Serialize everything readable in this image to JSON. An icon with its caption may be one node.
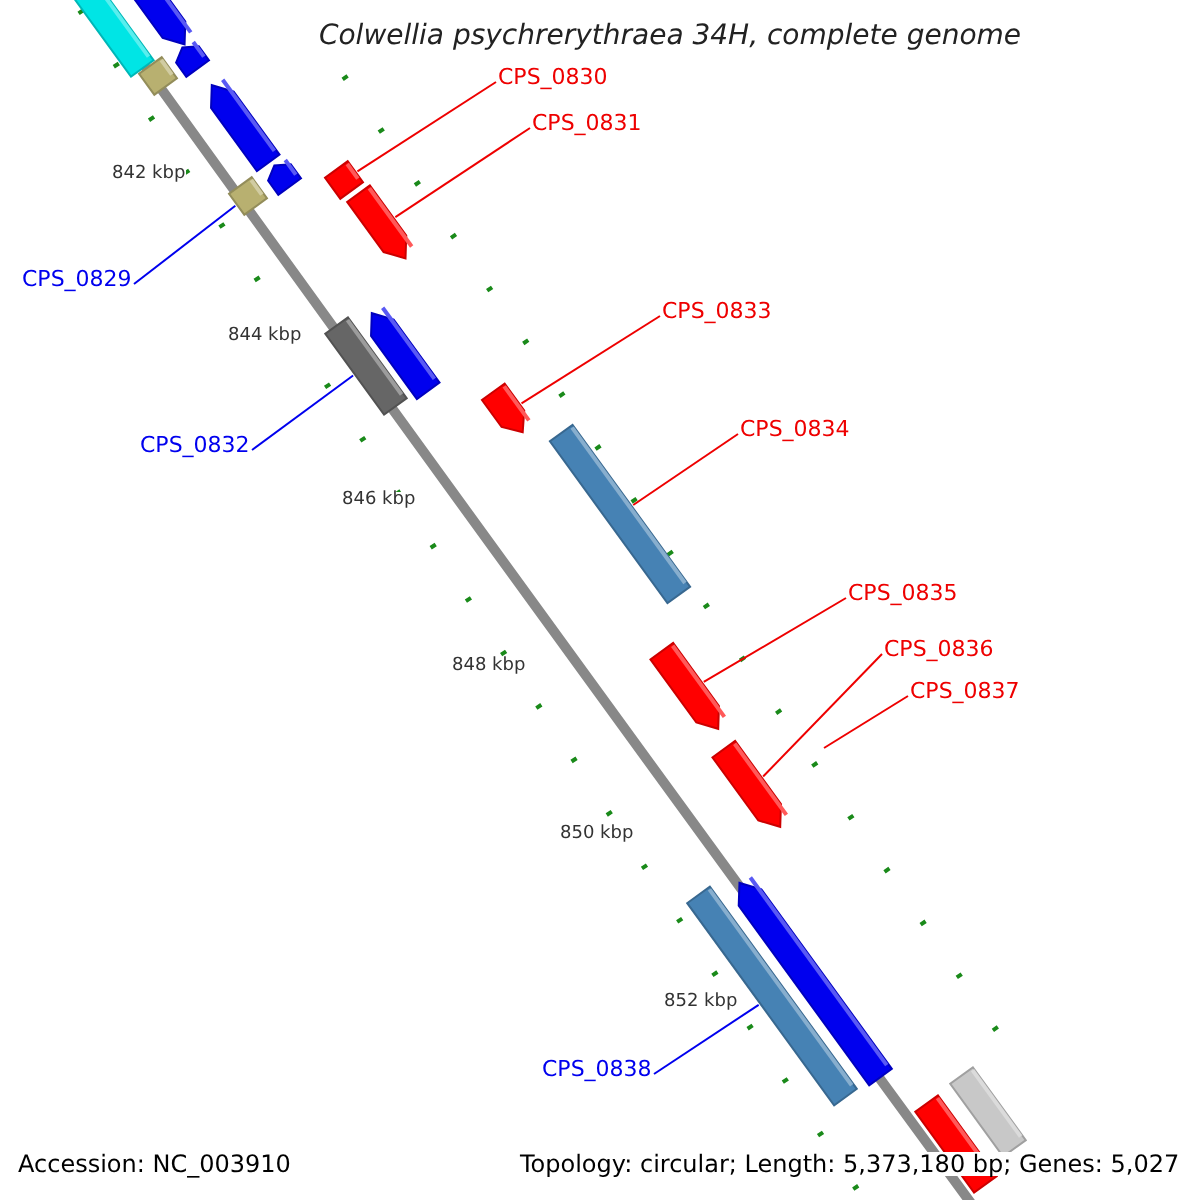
{
  "diagram": {
    "title": "Colwellia psychrerythraea 34H, complete genome",
    "nodes": [
      {
        "text": [
          "CPS_0830"
        ]
      },
      {
        "text": [
          "CPS_0831"
        ]
      },
      {
        "text": [
          "CPS_0829"
        ]
      },
      {
        "text": [
          "CPS_0832"
        ]
      },
      {
        "text": [
          "CPS_0833"
        ]
      },
      {
        "text": [
          "CPS_0834"
        ]
      },
      {
        "text": [
          "CPS_0835"
        ]
      },
      {
        "text": [
          "CPS_0836"
        ]
      },
      {
        "text": [
          "CPS_0837"
        ]
      },
      {
        "text": [
          "CPS_0838"
        ]
      },
      {
        "text": [],
        "shape": "bar"
      },
      {
        "text": [],
        "shape": "bar"
      },
      {
        "text": [],
        "shape": "bar"
      },
      {
        "text": [],
        "shape": "bar"
      },
      {
        "text": [],
        "shape": "bar"
      },
      {
        "text": [],
        "shape": "bar"
      },
      {
        "text": [],
        "shape": "bar"
      },
      {
        "text": [],
        "shape": "bar"
      },
      {
        "text": [],
        "shape": "bar"
      },
      {
        "text": [],
        "shape": "bar"
      },
      {
        "text": [],
        "shape": "bar"
      },
      {
        "text": [],
        "shape": "bar"
      },
      {
        "text": [],
        "shape": "bar"
      },
      {
        "text": [],
        "shape": "bar"
      },
      {
        "text": [],
        "shape": "bar"
      },
      {
        "text": [],
        "shape": "bar"
      },
      {
        "text": [],
        "shape": "bar"
      },
      {
        "text": [],
        "shape": "bar"
      },
      {
        "text": [],
        "shape": "bar"
      }
    ],
    "edges": [
      {
        "from": 0,
        "to": 10,
        "arrow": "none"
      },
      {
        "from": 1,
        "to": 11,
        "arrow": "none"
      },
      {
        "from": 2,
        "to": 12,
        "arrow": "none",
        "color": "#0000ee"
      },
      {
        "from": 3,
        "to": 13,
        "arrow": "none",
        "color": "#0000ee"
      },
      {
        "from": 4,
        "to": 14,
        "arrow": "none"
      },
      {
        "from": 5,
        "to": 15,
        "arrow": "none"
      },
      {
        "from": 6,
        "to": 16,
        "arrow": "none"
      },
      {
        "from": 7,
        "to": 17,
        "arrow": "none"
      },
      {
        "from": 8,
        "to": null,
        "arrow": "none"
      },
      {
        "from": 9,
        "to": 18,
        "arrow": "none",
        "color": "#0000ee"
      }
    ],
    "labels": [
      "842 kbp",
      "844 kbp",
      "846 kbp",
      "848 kbp",
      "850 kbp",
      "852 kbp",
      "Accession: NC_003910",
      "Topology: circular; Length: 5,373,180 bp; Genes: 5,027"
    ]
  }
}
